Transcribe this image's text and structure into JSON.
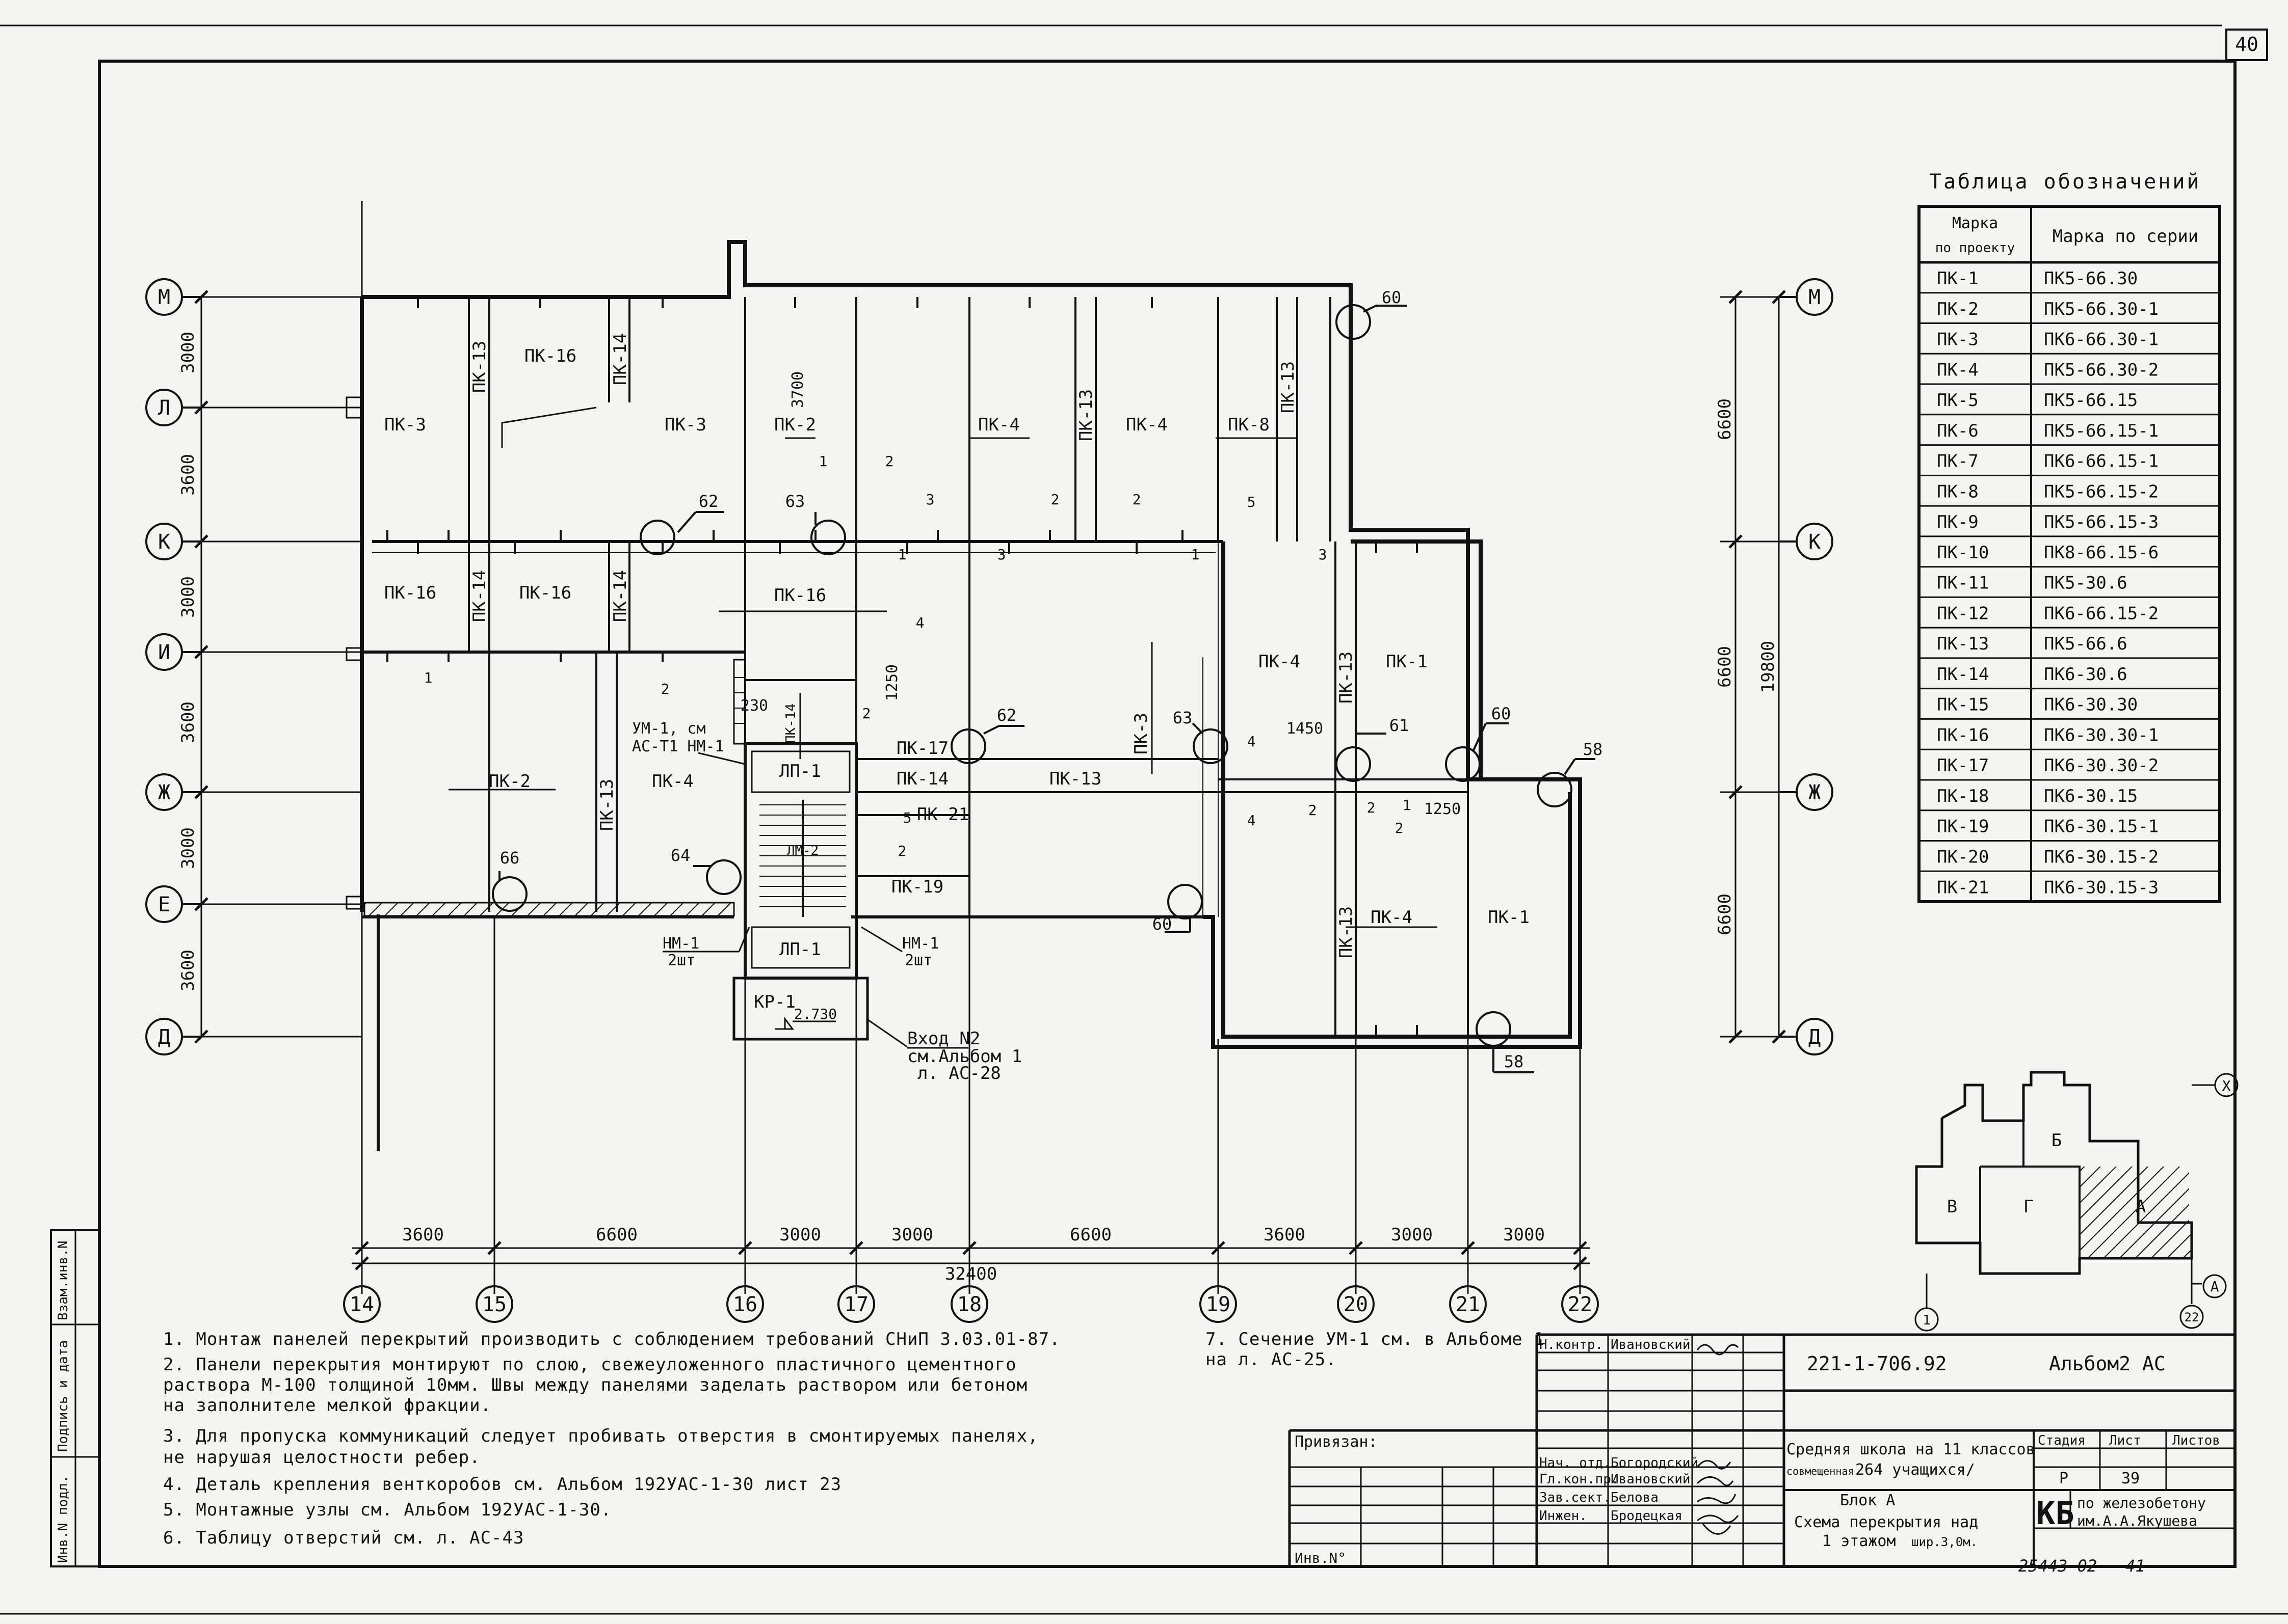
{
  "sheet_number": "40",
  "grid_rows": [
    "М",
    "Л",
    "К",
    "И",
    "Ж",
    "Е",
    "Д"
  ],
  "grid_cols": [
    "14",
    "15",
    "16",
    "17",
    "18",
    "19",
    "20",
    "21",
    "22"
  ],
  "dims_left": [
    "3000",
    "3600",
    "3000",
    "3600",
    "3000",
    "3600"
  ],
  "dims_right": [
    "6600",
    "6600",
    "6600",
    "19800"
  ],
  "dims_bottom": [
    "3600",
    "6600",
    "3000",
    "3000",
    "6600",
    "3600",
    "3000",
    "3000"
  ],
  "dim_total": "32400",
  "panel_labels": {
    "p1": "ПК-3",
    "p2": "ПК-13",
    "p3": "ПК-16",
    "p4": "ПК-14",
    "p5": "ПК-3",
    "p6": "ПК-2",
    "p7": "ПК-4",
    "p8": "ПК-13",
    "p9": "ПК-4",
    "p10": "ПК-8",
    "p11": "ПК-13",
    "p12": "ПК-16",
    "p13": "ПК-14",
    "p14": "ПК-16",
    "p15": "ПК-14",
    "p16": "ПК-16",
    "p17": "ПК-4",
    "p18": "ПК-13",
    "p19": "ПК-1",
    "p20": "ПК-2",
    "p21": "ПК-13",
    "p22": "ПК-4",
    "p23": "ПК-17",
    "p24": "ПК-14",
    "p25": "ПК-13",
    "p26": "ПК-21",
    "p27": "ПК-19",
    "p28": "ПК-3",
    "p29": "ПК-13",
    "p30": "ПК-4",
    "p31": "ПК-1",
    "p32": "ПК-14"
  },
  "dim_small": {
    "d3700": "3700",
    "d1250a": "1250",
    "d230": "230",
    "d1450": "1450",
    "d1250b": "1250"
  },
  "stairs": {
    "lp1": "ЛП-1",
    "lp1b": "ЛП-1",
    "lm": "ЛМ-2",
    "kr": "КР-1",
    "level": "2.730"
  },
  "callouts": {
    "c60": "60",
    "c62": "62",
    "c63": "63",
    "c63b": "63",
    "c62b": "62",
    "c61": "61",
    "c60b": "60",
    "c58": "58",
    "c58b": "58",
    "c66": "66",
    "c64": "64",
    "c60c": "60"
  },
  "node_marks": [
    "1",
    "2",
    "3",
    "3",
    "2",
    "2",
    "5",
    "1",
    "3",
    "1",
    "4",
    "2",
    "1",
    "2",
    "5",
    "2",
    "4",
    "2",
    "4",
    "2",
    "1",
    "2"
  ],
  "annotations": {
    "um_left_1": "УМ-1, см",
    "um_left_2": "АС-Т1 НМ-1",
    "nm_left_1": "НМ-1",
    "nm_left_2": "2шт",
    "nm_right_1": "НМ-1",
    "nm_right_2": "2шт",
    "entrance_1": "Вход N2",
    "entrance_2": "см.Альбом 1",
    "entrance_3": "л. АС-28"
  },
  "legend": {
    "title": "Таблица обозначений",
    "head_a_1": "Марка",
    "head_a_2": "по проекту",
    "head_b": "Марка по серии",
    "rows": [
      [
        "ПК-1",
        "ПК5-66.30"
      ],
      [
        "ПК-2",
        "ПК5-66.30-1"
      ],
      [
        "ПК-3",
        "ПК6-66.30-1"
      ],
      [
        "ПК-4",
        "ПК5-66.30-2"
      ],
      [
        "ПК-5",
        "ПК5-66.15"
      ],
      [
        "ПК-6",
        "ПК5-66.15-1"
      ],
      [
        "ПК-7",
        "ПК6-66.15-1"
      ],
      [
        "ПК-8",
        "ПК5-66.15-2"
      ],
      [
        "ПК-9",
        "ПК5-66.15-3"
      ],
      [
        "ПК-10",
        "ПК8-66.15-6"
      ],
      [
        "ПК-11",
        "ПК5-30.6"
      ],
      [
        "ПК-12",
        "ПК6-66.15-2"
      ],
      [
        "ПК-13",
        "ПК5-66.6"
      ],
      [
        "ПК-14",
        "ПК6-30.6"
      ],
      [
        "ПК-15",
        "ПК6-30.30"
      ],
      [
        "ПК-16",
        "ПК6-30.30-1"
      ],
      [
        "ПК-17",
        "ПК6-30.30-2"
      ],
      [
        "ПК-18",
        "ПК6-30.15"
      ],
      [
        "ПК-19",
        "ПК6-30.15-1"
      ],
      [
        "ПК-20",
        "ПК6-30.15-2"
      ],
      [
        "ПК-21",
        "ПК6-30.15-3"
      ]
    ]
  },
  "key_plan": {
    "b": "Б",
    "v": "В",
    "g": "Г",
    "a": "А",
    "x": "Х",
    "a2": "А",
    "c1": "1",
    "c22": "22"
  },
  "notes": [
    "1. Монтаж панелей перекрытий производить с соблюдением требований  СНиП 3.03.01-87.",
    "2. Панели перекрытия монтируют по слою, свежеуложенного пластичного цементного",
    "   раствора М-100 толщиной 10мм. Швы между панелями заделать раствором или бетоном",
    "   на заполнителе мелкой фракции.",
    "3. Для пропуска коммуникаций следует пробивать отверстия в смонтируемых панелях,",
    "   не нарушая целостности ребер.",
    "4. Деталь крепления венткоробов см. Альбом   192УАС-1-30 лист 23",
    "5. Монтажные узлы см. Альбом 192УАС-1-30.",
    "6. Таблицу отверстий см. л. АС-43"
  ],
  "note7": [
    "7. Сечение УМ-1 см. в Альбоме 1",
    "   на  л. АС-25."
  ],
  "stamp": {
    "privyazan": "Привязан:",
    "inv": "Инв.N°",
    "code": "221-1-706.92",
    "album": "Альбом2  АС",
    "r1_role": "Н.контр.",
    "r1_name": "Ивановский",
    "r2_role": "Нач. отд.",
    "r2_name": "Богородский",
    "r3_role": "Гл.кон.пр.",
    "r3_name": "Ивановский",
    "r4_role": "Зав.сект.",
    "r4_name": "Белова",
    "r5_role": "Инжен.",
    "r5_name": "Бродецкая",
    "school_1": "Средняя школа на 11 классов",
    "school_2a": "совмещенная",
    "school_2b": "264 учащихся/",
    "block": "Блок  А",
    "scheme_1": "Схема перекрытия над",
    "scheme_2a": "1 этажом",
    "scheme_2b": "шир.3,0м.",
    "stage_h": "Стадия",
    "sheet_h": "Лист",
    "sheets_h": "Листов",
    "stage": "Р",
    "sheet": "39",
    "kb": "КБ",
    "org_1": "по железобетону",
    "org_2": "им.А.А.Якушева",
    "number": "25443-02",
    "pg": "41"
  },
  "side_stamp": [
    "Инв.N подл.",
    "Подпись и дата",
    "Взам.инв.N"
  ]
}
